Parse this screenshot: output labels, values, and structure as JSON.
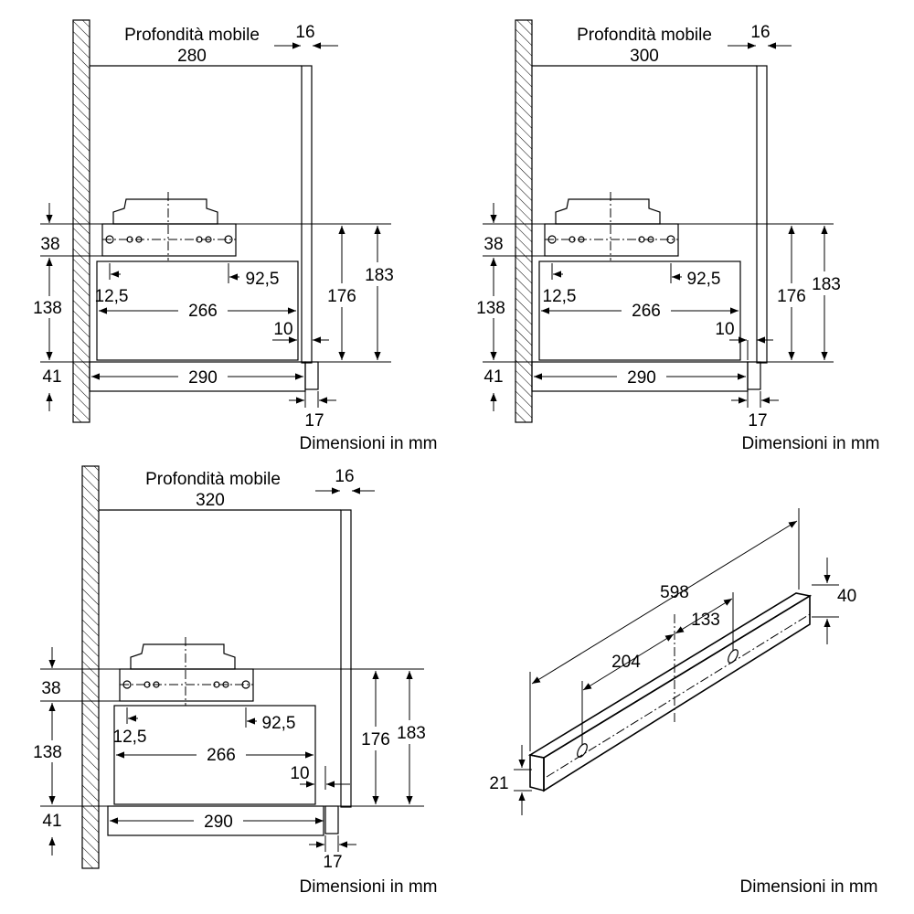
{
  "caption": "Dimensioni in mm",
  "installs": [
    {
      "depth_label": "Profondità mobile",
      "depth": "280",
      "panel": "16",
      "h_top": "38",
      "h_mid": "138",
      "h_bottom": "41",
      "h_176": "176",
      "h_183": "183",
      "w_12_5": "12,5",
      "w_92_5": "92,5",
      "w_266": "266",
      "w_10": "10",
      "w_290": "290",
      "w_17": "17"
    },
    {
      "depth_label": "Profondità mobile",
      "depth": "300",
      "panel": "16",
      "h_top": "38",
      "h_mid": "138",
      "h_bottom": "41",
      "h_176": "176",
      "h_183": "183",
      "w_12_5": "12,5",
      "w_92_5": "92,5",
      "w_266": "266",
      "w_10": "10",
      "w_290": "290",
      "w_17": "17"
    },
    {
      "depth_label": "Profondità mobile",
      "depth": "320",
      "panel": "16",
      "h_top": "38",
      "h_mid": "138",
      "h_bottom": "41",
      "h_176": "176",
      "h_183": "183",
      "w_12_5": "12,5",
      "w_92_5": "92,5",
      "w_266": "266",
      "w_10": "10",
      "w_290": "290",
      "w_17": "17"
    }
  ],
  "front_panel": {
    "width": "598",
    "offset_133": "133",
    "offset_204": "204",
    "height_40": "40",
    "height_21": "21"
  }
}
